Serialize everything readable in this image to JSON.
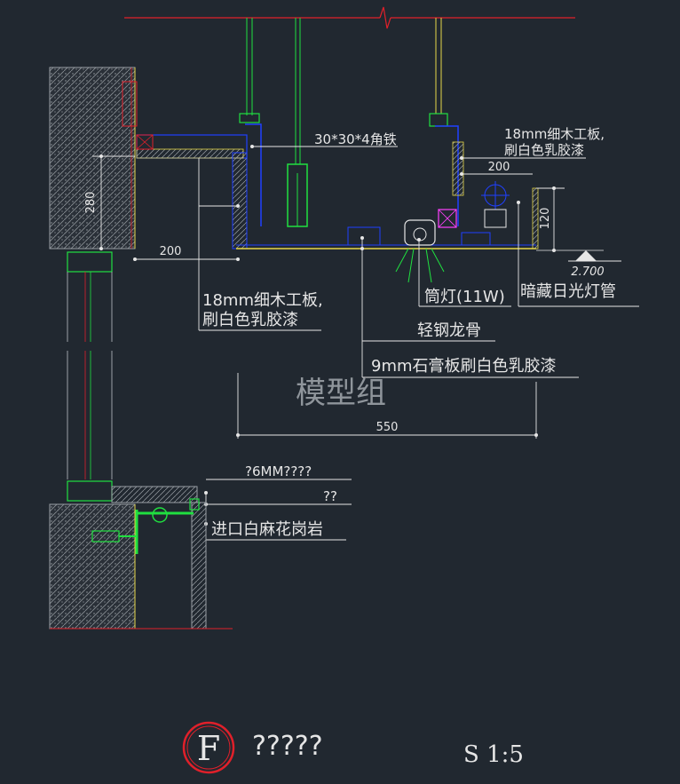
{
  "labels": {
    "angle_iron": "30*30*4角铁",
    "board_right_l1": "18mm细木工板,",
    "board_right_l2": "刷白色乳胶漆",
    "board_left_l1": "18mm细木工板,",
    "board_left_l2": "刷白色乳胶漆",
    "downlight": "筒灯(11W)",
    "hidden_lamp": "暗藏日光灯管",
    "keel": "轻钢龙骨",
    "gypsum": "9mm石膏板刷白色乳胶漆",
    "upper_unknown": "?6MM????",
    "lower_unknown": "??",
    "granite": "进口白麻花岗岩"
  },
  "dimensions": {
    "d280": "280",
    "d200_left": "200",
    "d200_right": "200",
    "d120": "120",
    "d550": "550",
    "elevation": "2.700"
  },
  "watermark": "模型组",
  "title_block": {
    "symbol": "F",
    "title": "?????",
    "scale": "S 1:5"
  },
  "colors": {
    "background": "#212830",
    "wall": "#9aa0a6",
    "red": "#e0202a",
    "green": "#20e040",
    "blue": "#2040ff",
    "yellow": "#e8d84a",
    "cyan": "#40d8f0",
    "magenta": "#ff40ff",
    "white": "#e6e6e6"
  }
}
